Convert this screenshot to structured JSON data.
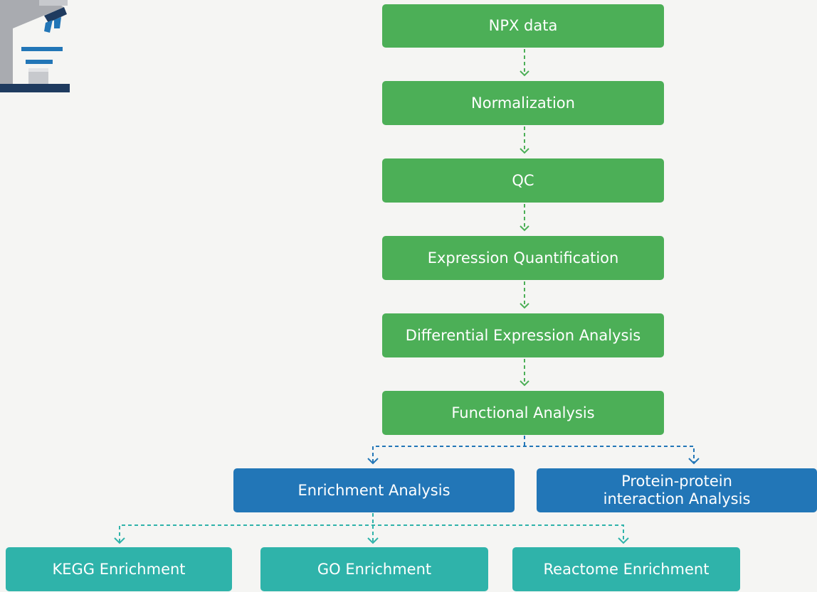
{
  "workflow": {
    "npx_data": "NPX data",
    "normalization": "Normalization",
    "qc": "QC",
    "expression_quantification": "Expression Quantification",
    "differential_expression": "Differential Expression Analysis",
    "functional_analysis": "Functional Analysis",
    "enrichment_analysis": "Enrichment Analysis",
    "ppi_line1": "Protein-protein",
    "ppi_line2": "interaction Analysis",
    "kegg": "KEGG Enrichment",
    "go": "GO Enrichment",
    "reactome": "Reactome Enrichment"
  },
  "colors": {
    "green": "#4caf57",
    "blue": "#2276b7",
    "teal": "#2fb3aa",
    "background": "#f5f5f3"
  },
  "icons": [
    "microscope-icon"
  ]
}
